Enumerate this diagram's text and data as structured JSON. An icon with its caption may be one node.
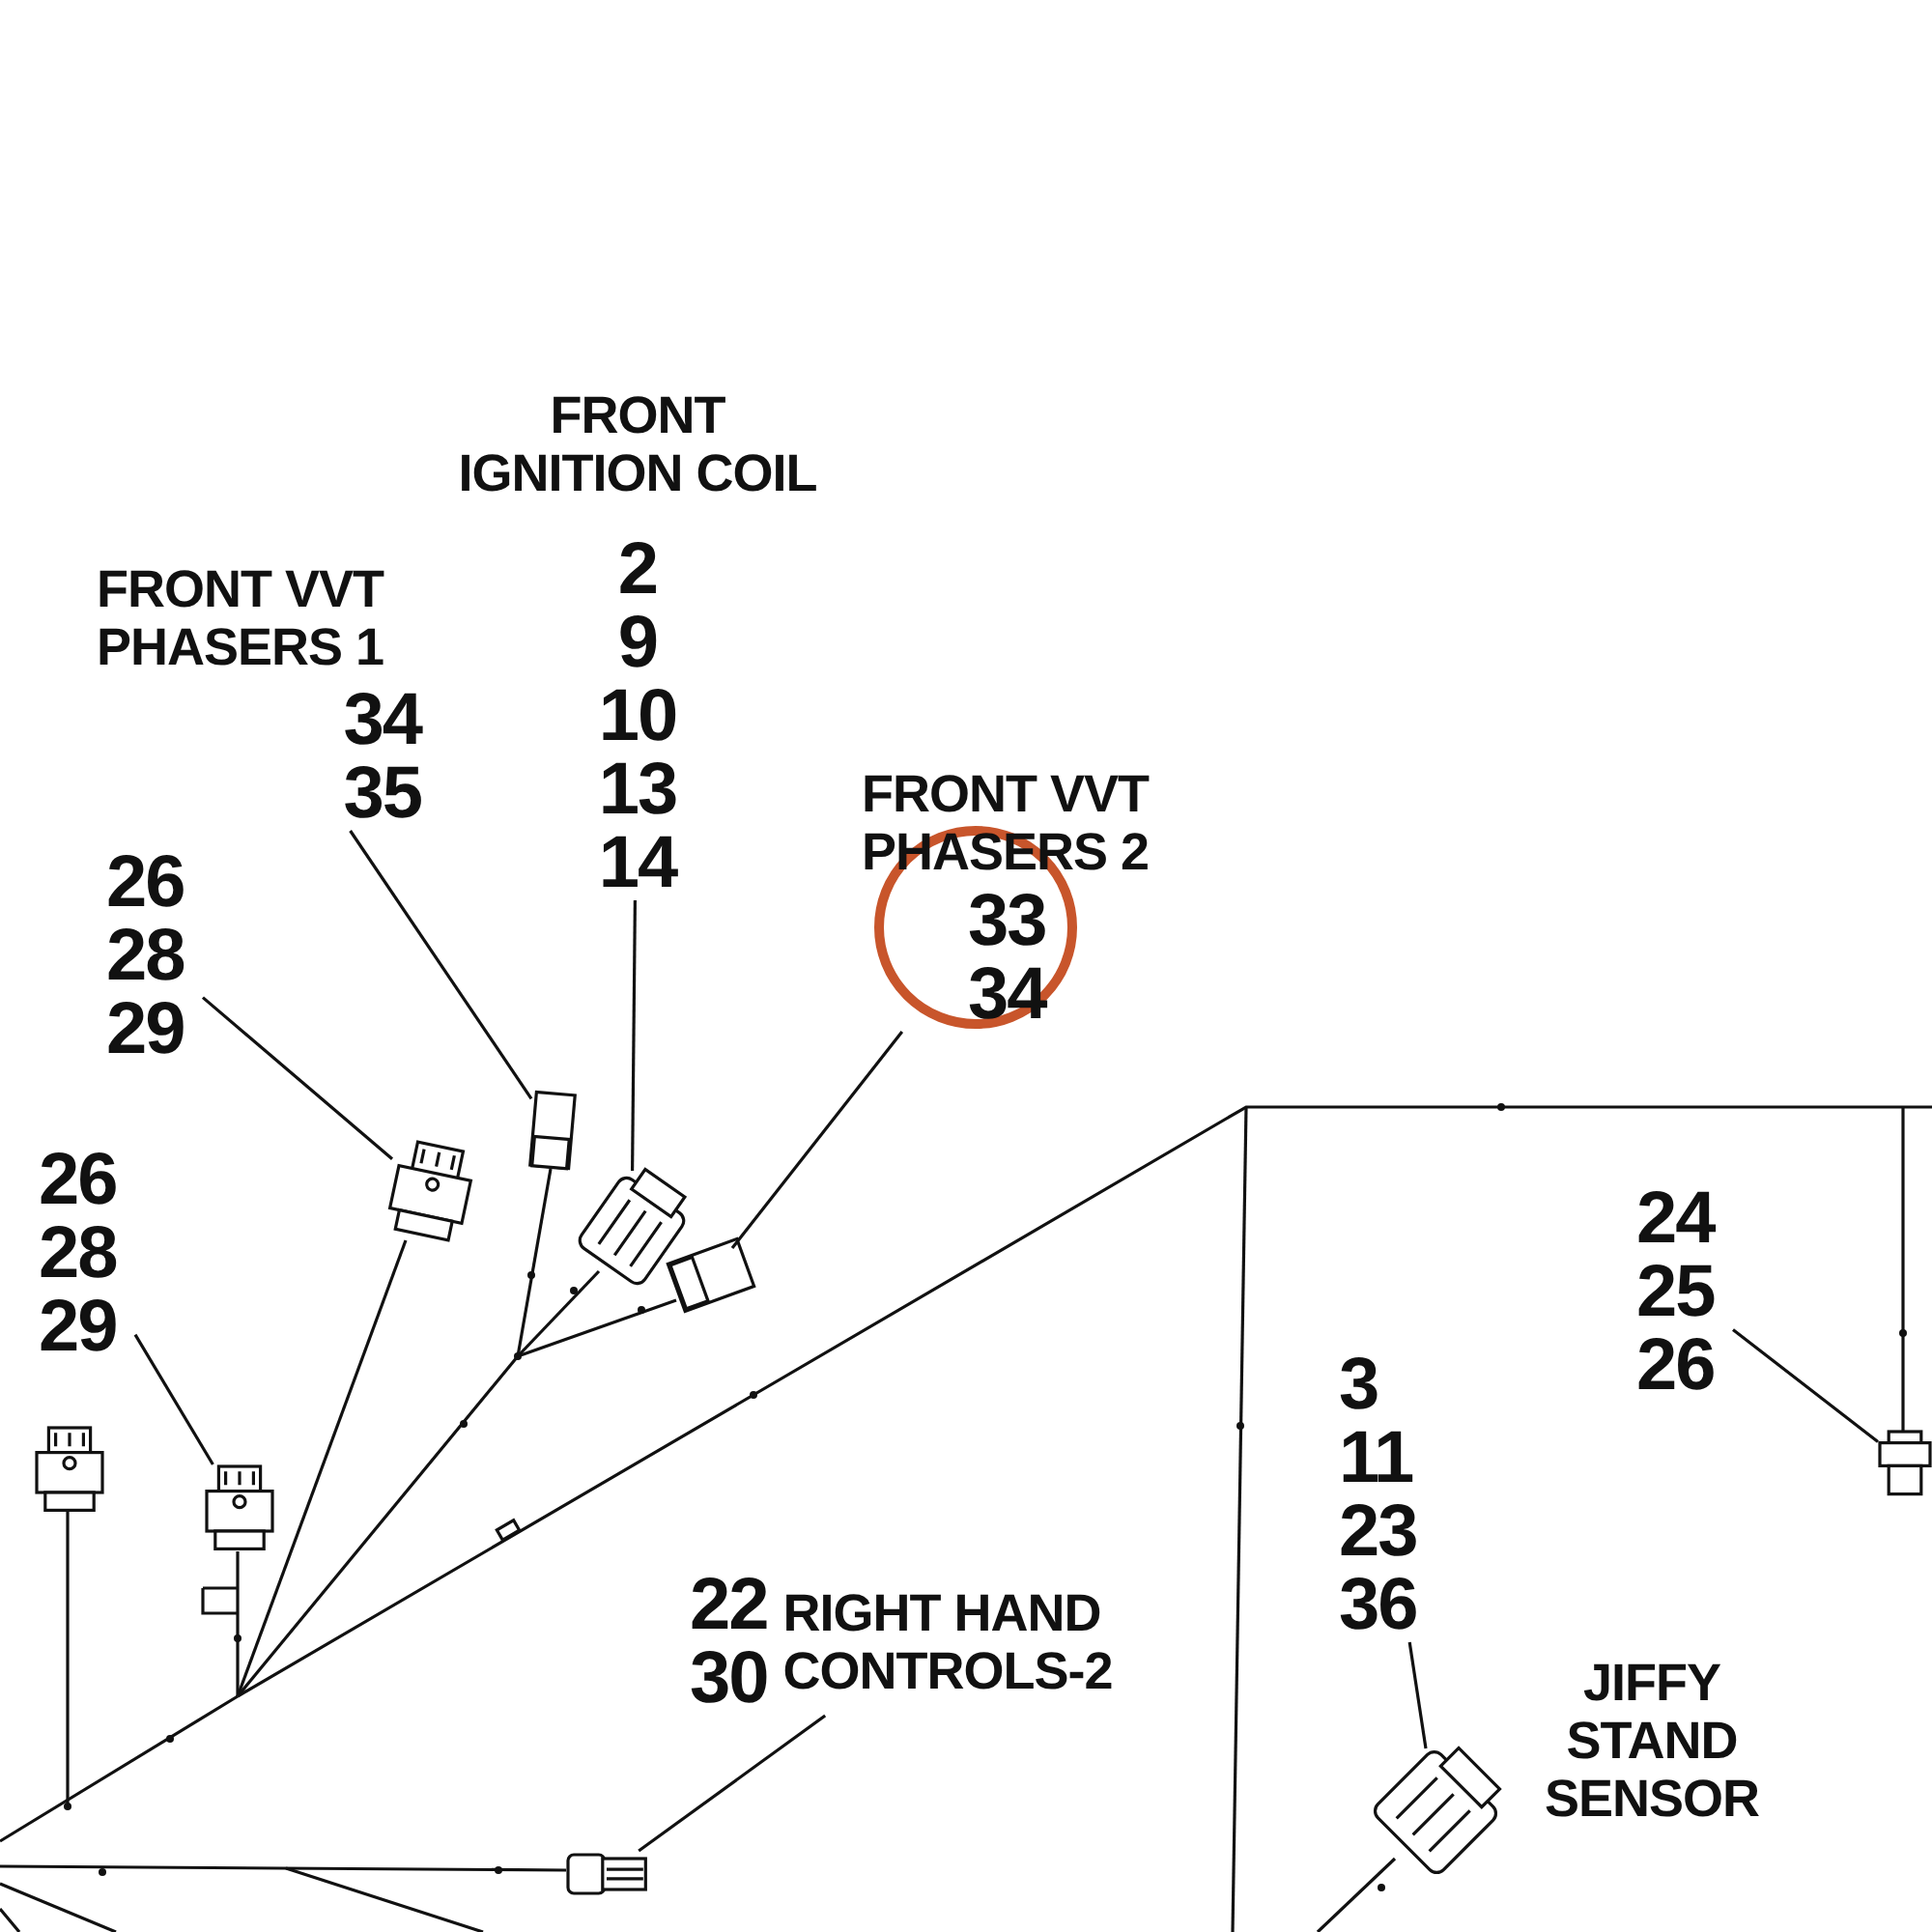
{
  "diagram": {
    "nodes": [
      {
        "text": [
          "FRONT IGNITION COIL",
          "2 9 10 13 14"
        ]
      },
      {
        "text": [
          "FRONT VVT PHASERS 1",
          "34 35"
        ]
      },
      {
        "text": [
          "FRONT VVT PHASERS 2",
          "33 34"
        ]
      },
      {
        "text": [
          "26 28 29"
        ]
      },
      {
        "text": [
          "26 28 29"
        ]
      },
      {
        "text": [
          "24 25 26"
        ]
      },
      {
        "text": [
          "3 11 23 36"
        ]
      },
      {
        "text": [
          "22 30",
          "RIGHT HAND CONTROLS-2"
        ]
      },
      {
        "text": [],
        "shape": "picture"
      },
      {
        "text": [],
        "shape": "picture"
      },
      {
        "text": [],
        "shape": "picture"
      },
      {
        "text": [],
        "shape": "picture"
      },
      {
        "text": [],
        "shape": "picture"
      },
      {
        "text": [],
        "shape": "picture"
      },
      {
        "text": [],
        "shape": "picture"
      },
      {
        "text": [],
        "shape": "picture"
      },
      {
        "text": [],
        "shape": "picture"
      }
    ],
    "edges": [
      {
        "from": 1,
        "to": 11,
        "arrow": "none"
      },
      {
        "from": 0,
        "to": 13,
        "arrow": "none"
      },
      {
        "from": 2,
        "to": 14,
        "arrow": "none"
      },
      {
        "from": 3,
        "to": 10,
        "arrow": "none"
      },
      {
        "from": 4,
        "to": 9,
        "arrow": "none"
      },
      {
        "from": 5,
        "to": 16,
        "arrow": "none"
      },
      {
        "from": 6,
        "to": 15,
        "arrow": "none"
      },
      {
        "from": 7,
        "to": 12,
        "arrow": "none"
      }
    ],
    "labels": [
      "JIFFY STAND SENSOR"
    ]
  }
}
